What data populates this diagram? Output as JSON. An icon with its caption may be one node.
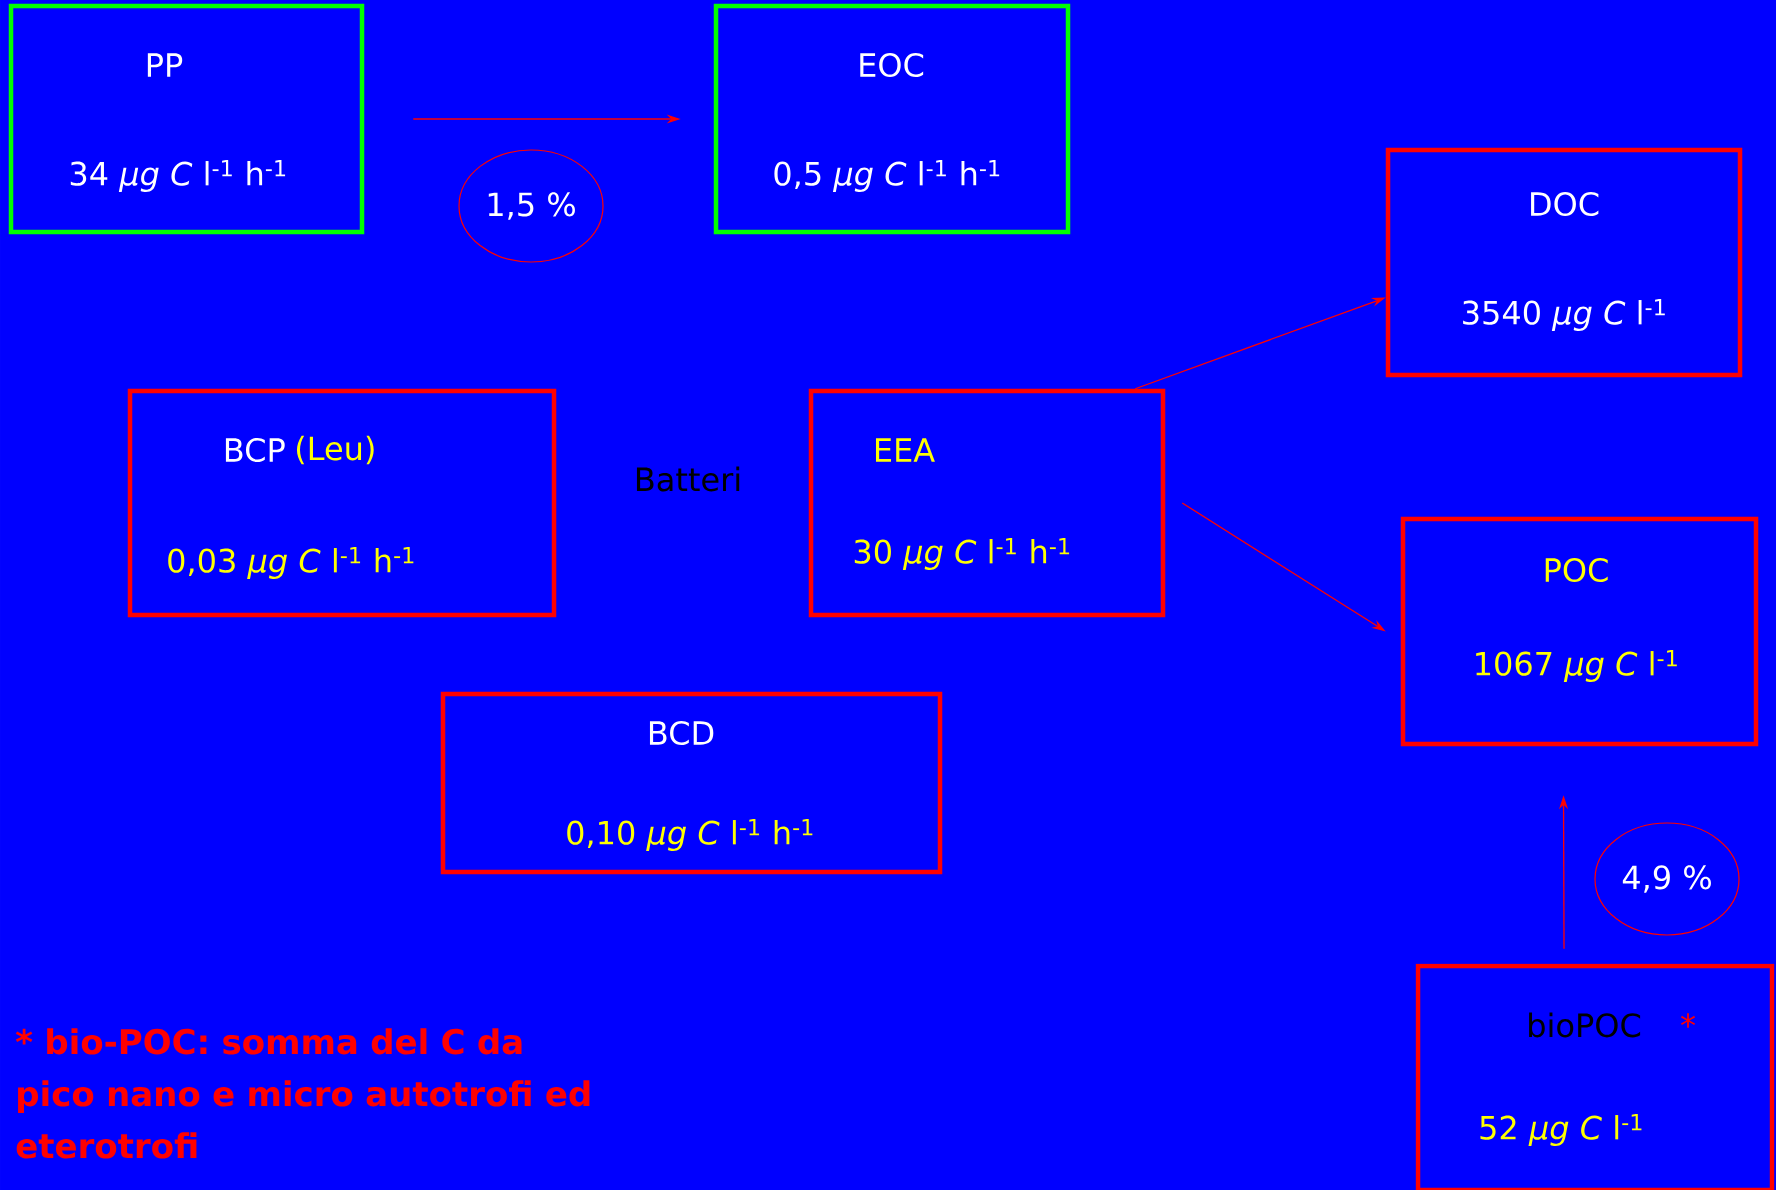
{
  "diagram": {
    "nodes": [
      {
        "text": [
          "PP",
          "34 *µg C* l$^{-1}$ h$^{-1}$"
        ]
      },
      {
        "text": [
          "EOC",
          "0,5 *µg C* l$^{-1}$ h$^{-1}$"
        ]
      },
      {
        "text": [
          "1,5 %"
        ]
      },
      {
        "text": [
          "DOC",
          "3540 *µg C* l$^{-1}$"
        ]
      },
      {
        "text": [
          "BCP",
          "(Leu)",
          "0,03 *µg C* l$^{-1}$ h$^{-1}$"
        ]
      },
      {
        "text": [
          "EEA",
          "30 *µg C* l$^{-1}$ h$^{-1}$"
        ]
      },
      {
        "text": [
          "POC",
          "1067 *µg C* l$^{-1}$"
        ]
      },
      {
        "text": [
          "BCD",
          "0,10 *µg C* l$^{-1}$ h$^{-1}$"
        ]
      },
      {
        "text": [
          "4,9 %"
        ]
      },
      {
        "text": [
          "bioPOC",
          "*",
          "52  *µg C* l$^{-1}$"
        ]
      }
    ],
    "edges": [
      {
        "from": 0,
        "to": 1,
        "arrow": "to"
      },
      {
        "from": 5,
        "to": 3,
        "arrow": "to"
      },
      {
        "from": 5,
        "to": 6,
        "arrow": "to"
      },
      {
        "from": 9,
        "to": 6,
        "arrow": "to"
      }
    ],
    "labels": [
      "Batteri",
      "* bio-POC: somma del C da pico nano e micro autotrofi ed eterotrofi"
    ]
  }
}
